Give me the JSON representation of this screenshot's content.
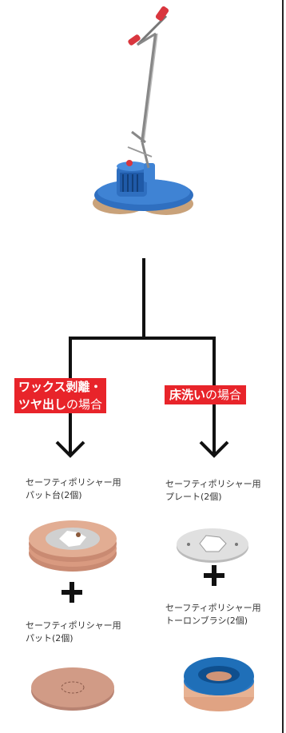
{
  "labels": {
    "wax_line1": "ワックス剥離・",
    "wax_line2_bold": "ツヤ出し",
    "wax_line2_rest": "の場合",
    "floor_bold": "床洗い",
    "floor_rest": "の場合"
  },
  "products": {
    "pad_base": {
      "line1": "セーフティポリシャー用",
      "line2": "パット台(2個)"
    },
    "pad": {
      "line1": "セーフティポリシャー用",
      "line2": "パット(2個)"
    },
    "plate": {
      "line1": "セーフティポリシャー用",
      "line2": "プレート(2個)"
    },
    "brush": {
      "line1": "セーフティポリシャー用",
      "line2": "トーロンブラシ(2個)"
    }
  },
  "colors": {
    "label_red": "#e8242a",
    "machine_blue": "#2f6fc0",
    "handle_red": "#d9363e",
    "pad_tan": "#d9a58f",
    "brush_blue": "#1f6fb8"
  }
}
